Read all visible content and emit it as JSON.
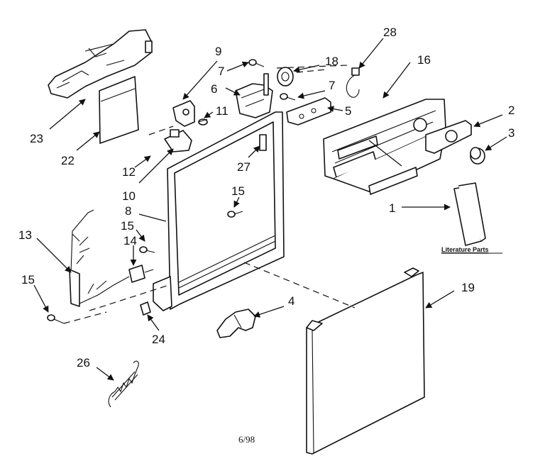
{
  "diagram": {
    "callouts": {
      "p1": "1",
      "p2": "2",
      "p3": "3",
      "p4": "4",
      "p5": "5",
      "p6": "6",
      "p7a": "7",
      "p7b": "7",
      "p8": "8",
      "p9": "9",
      "p10": "10",
      "p11": "11",
      "p12": "12",
      "p13": "13",
      "p14": "14",
      "p15a": "15",
      "p15b": "15",
      "p15c": "15",
      "p16": "16",
      "p18": "18",
      "p19": "19",
      "p22": "22",
      "p23": "23",
      "p24": "24",
      "p26": "26",
      "p27": "27",
      "p28": "28"
    },
    "literature_label": "Literature Parts",
    "page_number": "6/98"
  }
}
